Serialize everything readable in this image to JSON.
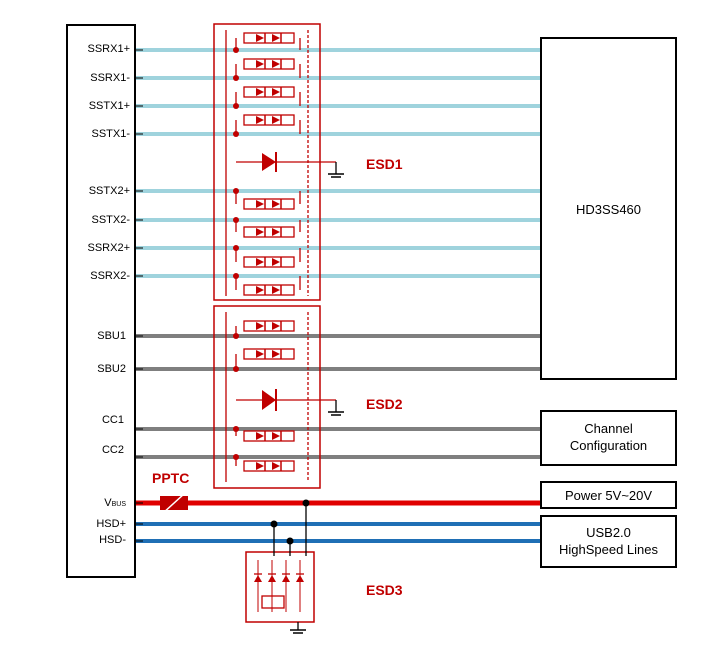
{
  "connector_pins": [
    {
      "label": "SSRX1+",
      "color": "#9fd3dd"
    },
    {
      "label": "SSRX1-",
      "color": "#9fd3dd"
    },
    {
      "label": "SSTX1+",
      "color": "#9fd3dd"
    },
    {
      "label": "SSTX1-",
      "color": "#9fd3dd"
    },
    {
      "label": "SSTX2+",
      "color": "#9fd3dd"
    },
    {
      "label": "SSTX2-",
      "color": "#9fd3dd"
    },
    {
      "label": "SSRX2+",
      "color": "#9fd3dd"
    },
    {
      "label": "SSRX2-",
      "color": "#9fd3dd"
    },
    {
      "label": "SBU1",
      "color": "#7f7f7f"
    },
    {
      "label": "SBU2",
      "color": "#7f7f7f"
    },
    {
      "label": "CC1",
      "color": "#7f7f7f"
    },
    {
      "label": "CC2",
      "color": "#7f7f7f"
    },
    {
      "label": "V",
      "color": "#e00000"
    },
    {
      "label": "HSD+",
      "color": "#1f6fb5"
    },
    {
      "label": "HSD-",
      "color": "#1f6fb5"
    }
  ],
  "vbus_subscript": "BUS",
  "esd_labels": {
    "esd1": "ESD1",
    "esd2": "ESD2",
    "esd3": "ESD3"
  },
  "pptc_label": "PPTC",
  "blocks": {
    "mux": "HD3SS460",
    "channel_config_line1": "Channel",
    "channel_config_line2": "Configuration",
    "power": "Power 5V~20V",
    "usb_line1": "USB2.0",
    "usb_line2": "HighSpeed Lines"
  },
  "colors": {
    "esd_red": "#c00000",
    "ss_lines": "#9fd3dd",
    "sbu_cc_lines": "#7f7f7f",
    "vbus_line": "#e00000",
    "hs_lines": "#1f6fb5"
  }
}
